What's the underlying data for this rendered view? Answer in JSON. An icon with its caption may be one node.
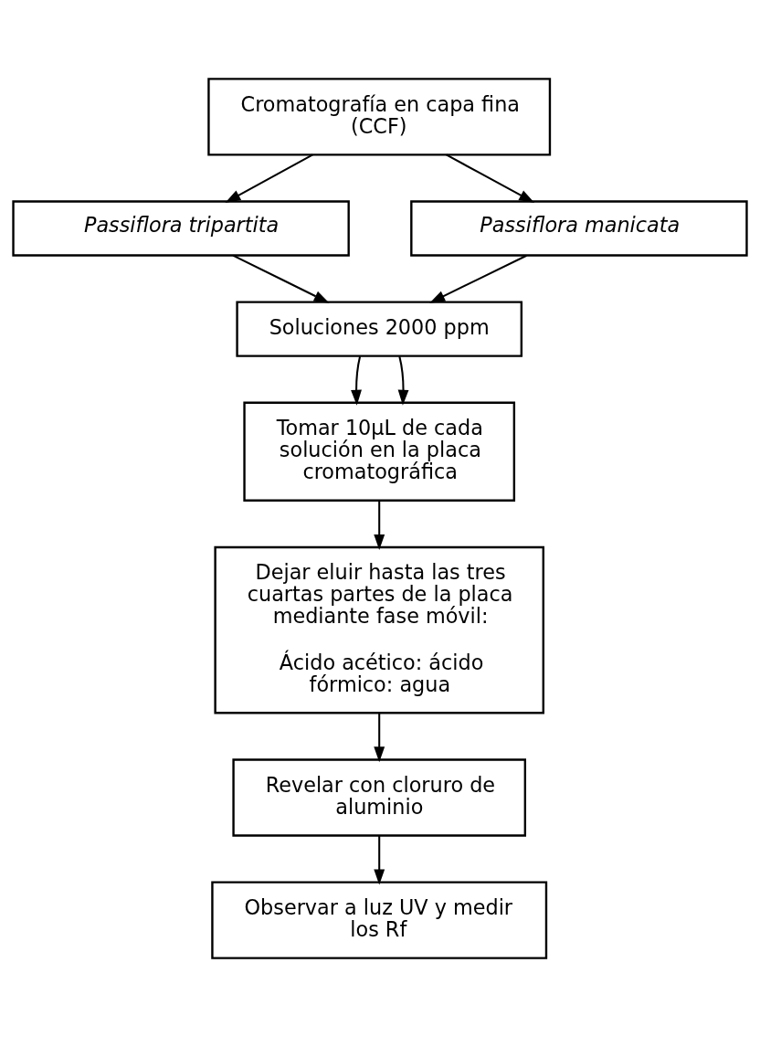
{
  "diagram": {
    "nodes": [
      {
        "text": [
          "Cromatografía en capa fina (CCF)"
        ]
      },
      {
        "text": [
          "Passiflora tripartita"
        ]
      },
      {
        "text": [
          "Passiflora manicata"
        ]
      },
      {
        "text": [
          "Soluciones 2000 ppm"
        ]
      },
      {
        "text": [
          "Tomar 10µL de cada solución en la placa cromatográfica"
        ]
      },
      {
        "text": [
          "Dejar eluir hasta las tres cuartas partes de la placa mediante fase móvil:",
          "Ácido acético: ácido fórmico: agua"
        ]
      },
      {
        "text": [
          "Revelar con cloruro de aluminio"
        ]
      },
      {
        "text": [
          "Observar a luz UV y medir los Rf"
        ]
      }
    ],
    "edges": [
      {
        "from": 0,
        "to": 1,
        "arrow": "to"
      },
      {
        "from": 0,
        "to": 2,
        "arrow": "to"
      },
      {
        "from": 1,
        "to": 3,
        "arrow": "to"
      },
      {
        "from": 2,
        "to": 3,
        "arrow": "to"
      },
      {
        "from": 3,
        "to": 4,
        "arrow": "to"
      },
      {
        "from": 3,
        "to": 4,
        "arrow": "to"
      },
      {
        "from": 4,
        "to": 5,
        "arrow": "to"
      },
      {
        "from": 5,
        "to": 6,
        "arrow": "to"
      },
      {
        "from": 6,
        "to": 7,
        "arrow": "to"
      }
    ]
  }
}
